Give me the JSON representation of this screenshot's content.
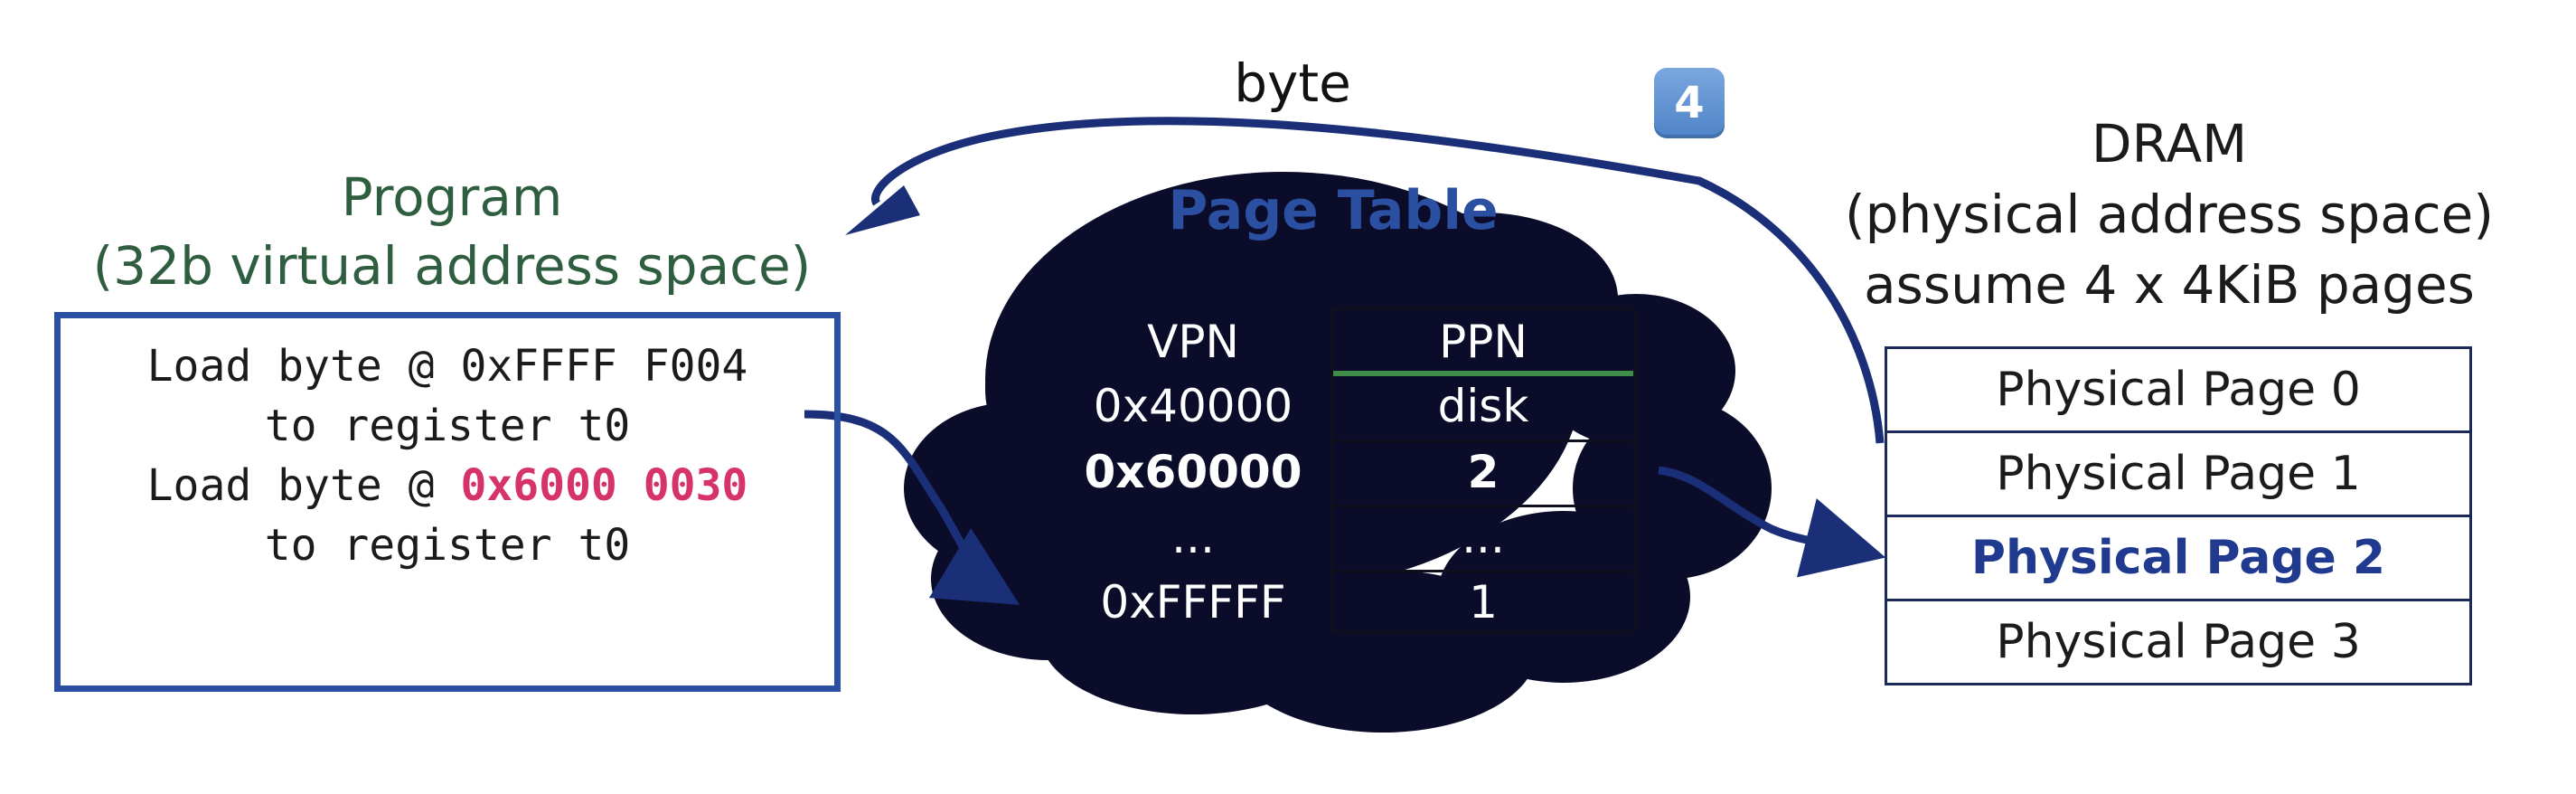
{
  "program": {
    "title_line1": "Program",
    "title_line2": "(32b virtual address space)",
    "code": {
      "line1": "Load byte @ 0xFFFF F004",
      "line2": "to register t0",
      "line3_prefix": "Load byte @ ",
      "line3_address": "0x6000 0030",
      "line4": "to register t0"
    }
  },
  "page_table": {
    "title": "Page Table",
    "headers": {
      "vpn": "VPN",
      "ppn": "PPN"
    },
    "rows": [
      {
        "vpn": "0x40000",
        "ppn": "disk"
      },
      {
        "vpn": "0x60000",
        "ppn": "2"
      },
      {
        "vpn": "...",
        "ppn": "..."
      },
      {
        "vpn": "0xFFFFF",
        "ppn": "1"
      }
    ]
  },
  "dram": {
    "title_line1": "DRAM",
    "title_line2": "(physical address space)",
    "title_line3": "assume 4 x 4KiB pages",
    "pages": [
      "Physical Page 0",
      "Physical Page 1",
      "Physical Page 2",
      "Physical Page 3"
    ],
    "highlighted_index": 2
  },
  "return_label": "byte",
  "step_badge": "4",
  "colors": {
    "program_title": "#2e5e3f",
    "program_border": "#2b4fa1",
    "highlight_address": "#d6336c",
    "page_table_title": "#2b4fa1",
    "cloud": "#0b0c2a",
    "arrow": "#1b2e78",
    "header_divider": "#3e8e4a",
    "highlighted_page": "#1f3a8f"
  }
}
